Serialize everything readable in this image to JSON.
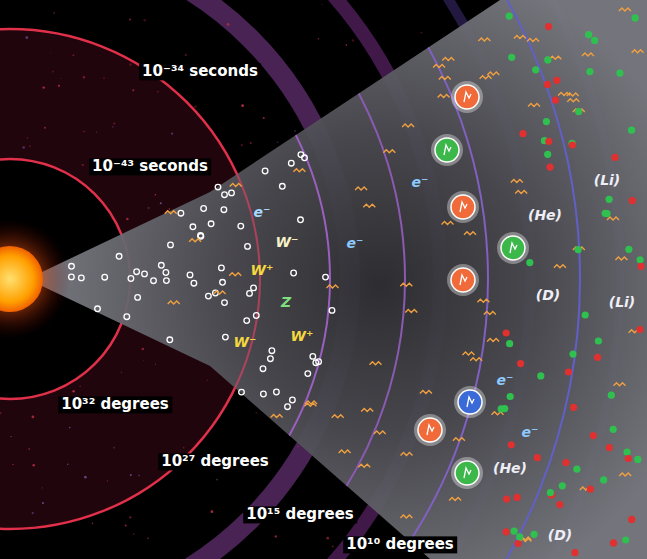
{
  "diagram": {
    "labels": [
      "10⁻³⁴ seconds",
      "10⁻⁴³ seconds",
      "10³² degrees",
      "10²⁷ degrees",
      "10¹⁵ degrees",
      "10¹⁰ degrees",
      "e⁻",
      "W⁻",
      "W⁺",
      "Z",
      "W⁻",
      "W⁺",
      "e⁻",
      "e⁻",
      "e⁻",
      "e⁻",
      "(Li)",
      "(He)",
      "(D)",
      "(Li)",
      "(He)",
      "(D)"
    ]
  }
}
